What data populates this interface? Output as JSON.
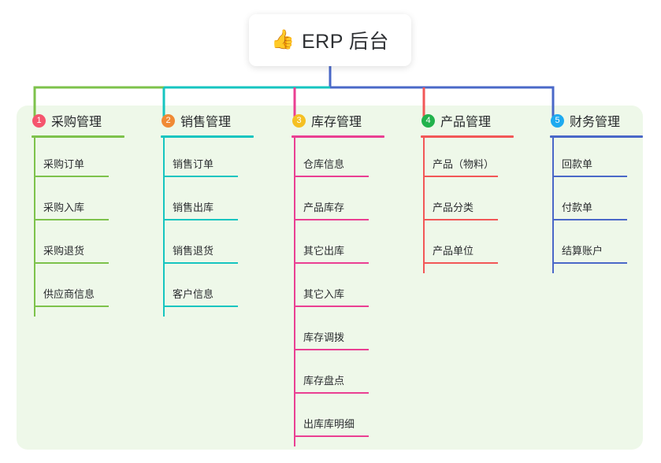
{
  "title": {
    "icon": "thumbs-up-icon",
    "emoji": "👍",
    "text": "ERP 后台"
  },
  "panel": {
    "background_color": "#eef8e9"
  },
  "columns": [
    {
      "index": "1",
      "title": "采购管理",
      "badge_color": "#f5556e",
      "line_color": "#7dc24b",
      "connector_color": "#7dc24b",
      "items": [
        "采购订单",
        "采购入库",
        "采购退货",
        "供应商信息"
      ]
    },
    {
      "index": "2",
      "title": "销售管理",
      "badge_color": "#f08a35",
      "line_color": "#16c5c0",
      "connector_color": "#16c5c0",
      "items": [
        "销售订单",
        "销售出库",
        "销售退货",
        "客户信息"
      ]
    },
    {
      "index": "3",
      "title": "库存管理",
      "badge_color": "#f5c023",
      "line_color": "#ea3f92",
      "connector_color": "#ea3f92",
      "items": [
        "仓库信息",
        "产品库存",
        "其它出库",
        "其它入库",
        "库存调拨",
        "库存盘点",
        "出库库明细"
      ]
    },
    {
      "index": "4",
      "title": "产品管理",
      "badge_color": "#22b24c",
      "line_color": "#f25757",
      "connector_color": "#f25757",
      "items": [
        "产品（物料）",
        "产品分类",
        "产品单位"
      ]
    },
    {
      "index": "5",
      "title": "财务管理",
      "badge_color": "#1eaaf0",
      "line_color": "#4a68c8",
      "connector_color": "#4a68c8",
      "items": [
        "回款单",
        "付款单",
        "结算账户"
      ]
    }
  ],
  "chart_data": {
    "type": "diagram",
    "title": "ERP 后台",
    "layout": "org-chart / mindmap, root on top with 5 branches",
    "root": "ERP 后台",
    "branches": [
      {
        "label": "采购管理",
        "order": 1,
        "children": [
          "采购订单",
          "采购入库",
          "采购退货",
          "供应商信息"
        ]
      },
      {
        "label": "销售管理",
        "order": 2,
        "children": [
          "销售订单",
          "销售出库",
          "销售退货",
          "客户信息"
        ]
      },
      {
        "label": "库存管理",
        "order": 3,
        "children": [
          "仓库信息",
          "产品库存",
          "其它出库",
          "其它入库",
          "库存调拨",
          "库存盘点",
          "出库库明细"
        ]
      },
      {
        "label": "产品管理",
        "order": 4,
        "children": [
          "产品（物料）",
          "产品分类",
          "产品单位"
        ]
      },
      {
        "label": "财务管理",
        "order": 5,
        "children": [
          "回款单",
          "付款单",
          "结算账户"
        ]
      }
    ]
  }
}
